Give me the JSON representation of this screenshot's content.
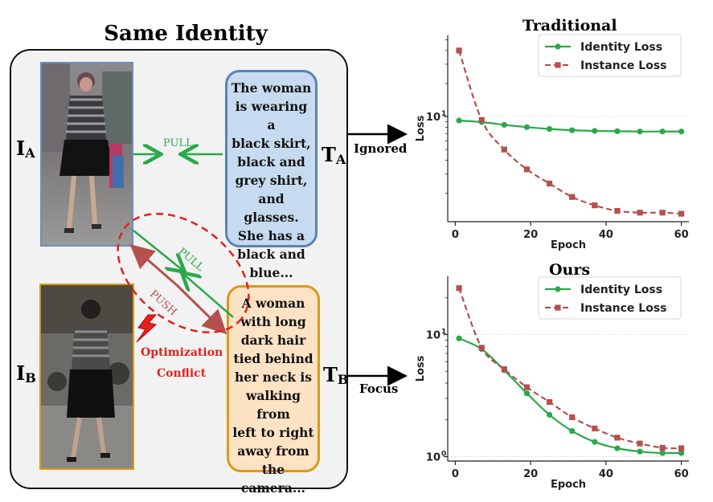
{
  "diagram": {
    "title": "Same Identity",
    "image_a_label": "I",
    "image_a_sub": "A",
    "image_b_label": "I",
    "image_b_sub": "B",
    "text_a_label": "T",
    "text_a_sub": "A",
    "text_b_label": "T",
    "text_b_sub": "B",
    "text_a": "The woman\nis wearing a\nblack skirt,\nblack and\ngrey shirt,\nand glasses.\nShe has a\nblack and\nblue...",
    "text_b": "A woman\nwith long\ndark hair\ntied behind\nher neck is\nwalking from\nleft to right\naway from\nthe camera...",
    "pull_label_1": "PULL",
    "pull_label_2": "PULL",
    "push_label": "PUSH",
    "conflict_line1": "Optimization",
    "conflict_line2": "Conflict",
    "ignored_label": "Ignored",
    "focus_label": "Focus",
    "colors": {
      "pull": "#2aa84a",
      "push": "#b5504f",
      "conflict": "#e32020",
      "box_a": "#c6dbef",
      "box_b": "#fde2c4"
    }
  },
  "chart_data": [
    {
      "type": "line",
      "title": "Traditional",
      "xlabel": "Epoch",
      "ylabel": "Loss",
      "yscale": "log",
      "xlim": [
        -2,
        62
      ],
      "ylim": [
        1.1,
        55
      ],
      "xticks": [
        0,
        20,
        40,
        60
      ],
      "yticks": [
        {
          "value": 10,
          "label": "10",
          "exp": "1"
        }
      ],
      "legend": "top-right",
      "grid": "horizontal",
      "series": [
        {
          "name": "Identity Loss",
          "color": "#2aa84a",
          "style": "solid",
          "marker": "circle",
          "x": [
            1,
            7,
            13,
            19,
            25,
            31,
            37,
            43,
            49,
            55,
            60
          ],
          "y": [
            9.2,
            8.9,
            8.4,
            8.0,
            7.7,
            7.5,
            7.4,
            7.35,
            7.3,
            7.3,
            7.3
          ]
        },
        {
          "name": "Instance Loss",
          "color": "#b5504f",
          "style": "dashed",
          "marker": "square",
          "x": [
            1,
            7,
            13,
            19,
            25,
            31,
            37,
            43,
            49,
            55,
            60
          ],
          "y": [
            40,
            9.3,
            5.0,
            3.3,
            2.45,
            1.85,
            1.55,
            1.38,
            1.33,
            1.33,
            1.3
          ]
        }
      ]
    },
    {
      "type": "line",
      "title": "Ours",
      "xlabel": "Epoch",
      "ylabel": "Loss",
      "yscale": "log",
      "xlim": [
        -2,
        62
      ],
      "ylim": [
        0.92,
        30
      ],
      "xticks": [
        0,
        20,
        40,
        60
      ],
      "yticks": [
        {
          "value": 1,
          "label": "10",
          "exp": "0"
        },
        {
          "value": 10,
          "label": "10",
          "exp": "1"
        }
      ],
      "legend": "top-right",
      "grid": "horizontal",
      "series": [
        {
          "name": "Identity Loss",
          "color": "#2aa84a",
          "style": "solid",
          "marker": "circle",
          "x": [
            1,
            7,
            13,
            19,
            25,
            31,
            37,
            43,
            49,
            55,
            60
          ],
          "y": [
            9.3,
            7.6,
            5.1,
            3.3,
            2.2,
            1.62,
            1.32,
            1.17,
            1.1,
            1.07,
            1.07
          ]
        },
        {
          "name": "Instance Loss",
          "color": "#b5504f",
          "style": "dashed",
          "marker": "square",
          "x": [
            1,
            7,
            13,
            19,
            25,
            31,
            37,
            43,
            49,
            55,
            60
          ],
          "y": [
            24,
            7.8,
            5.2,
            3.7,
            2.8,
            2.1,
            1.7,
            1.43,
            1.28,
            1.18,
            1.17
          ]
        }
      ]
    }
  ]
}
